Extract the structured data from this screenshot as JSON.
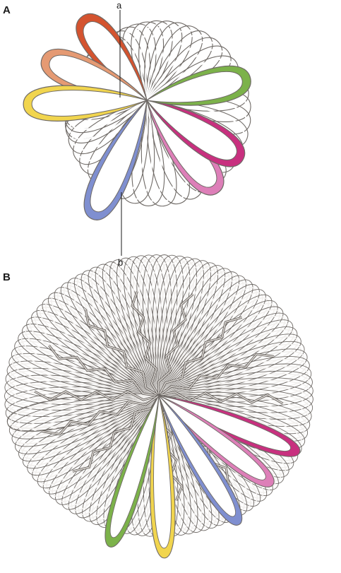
{
  "panels": {
    "a": {
      "letter": "A"
    },
    "b": {
      "letter": "B"
    }
  },
  "callouts": {
    "top": "a",
    "bottom": "b"
  },
  "colors": {
    "ribbon_white": "#f2f0ee",
    "outline": "#6f6a66",
    "red": "#d4532f",
    "orange": "#e59a73",
    "green": "#7cb24a",
    "yellow": "#f1d54e",
    "blue": "#7f8fd0",
    "magenta": "#c8307f",
    "pink": "#dd7fb8"
  }
}
